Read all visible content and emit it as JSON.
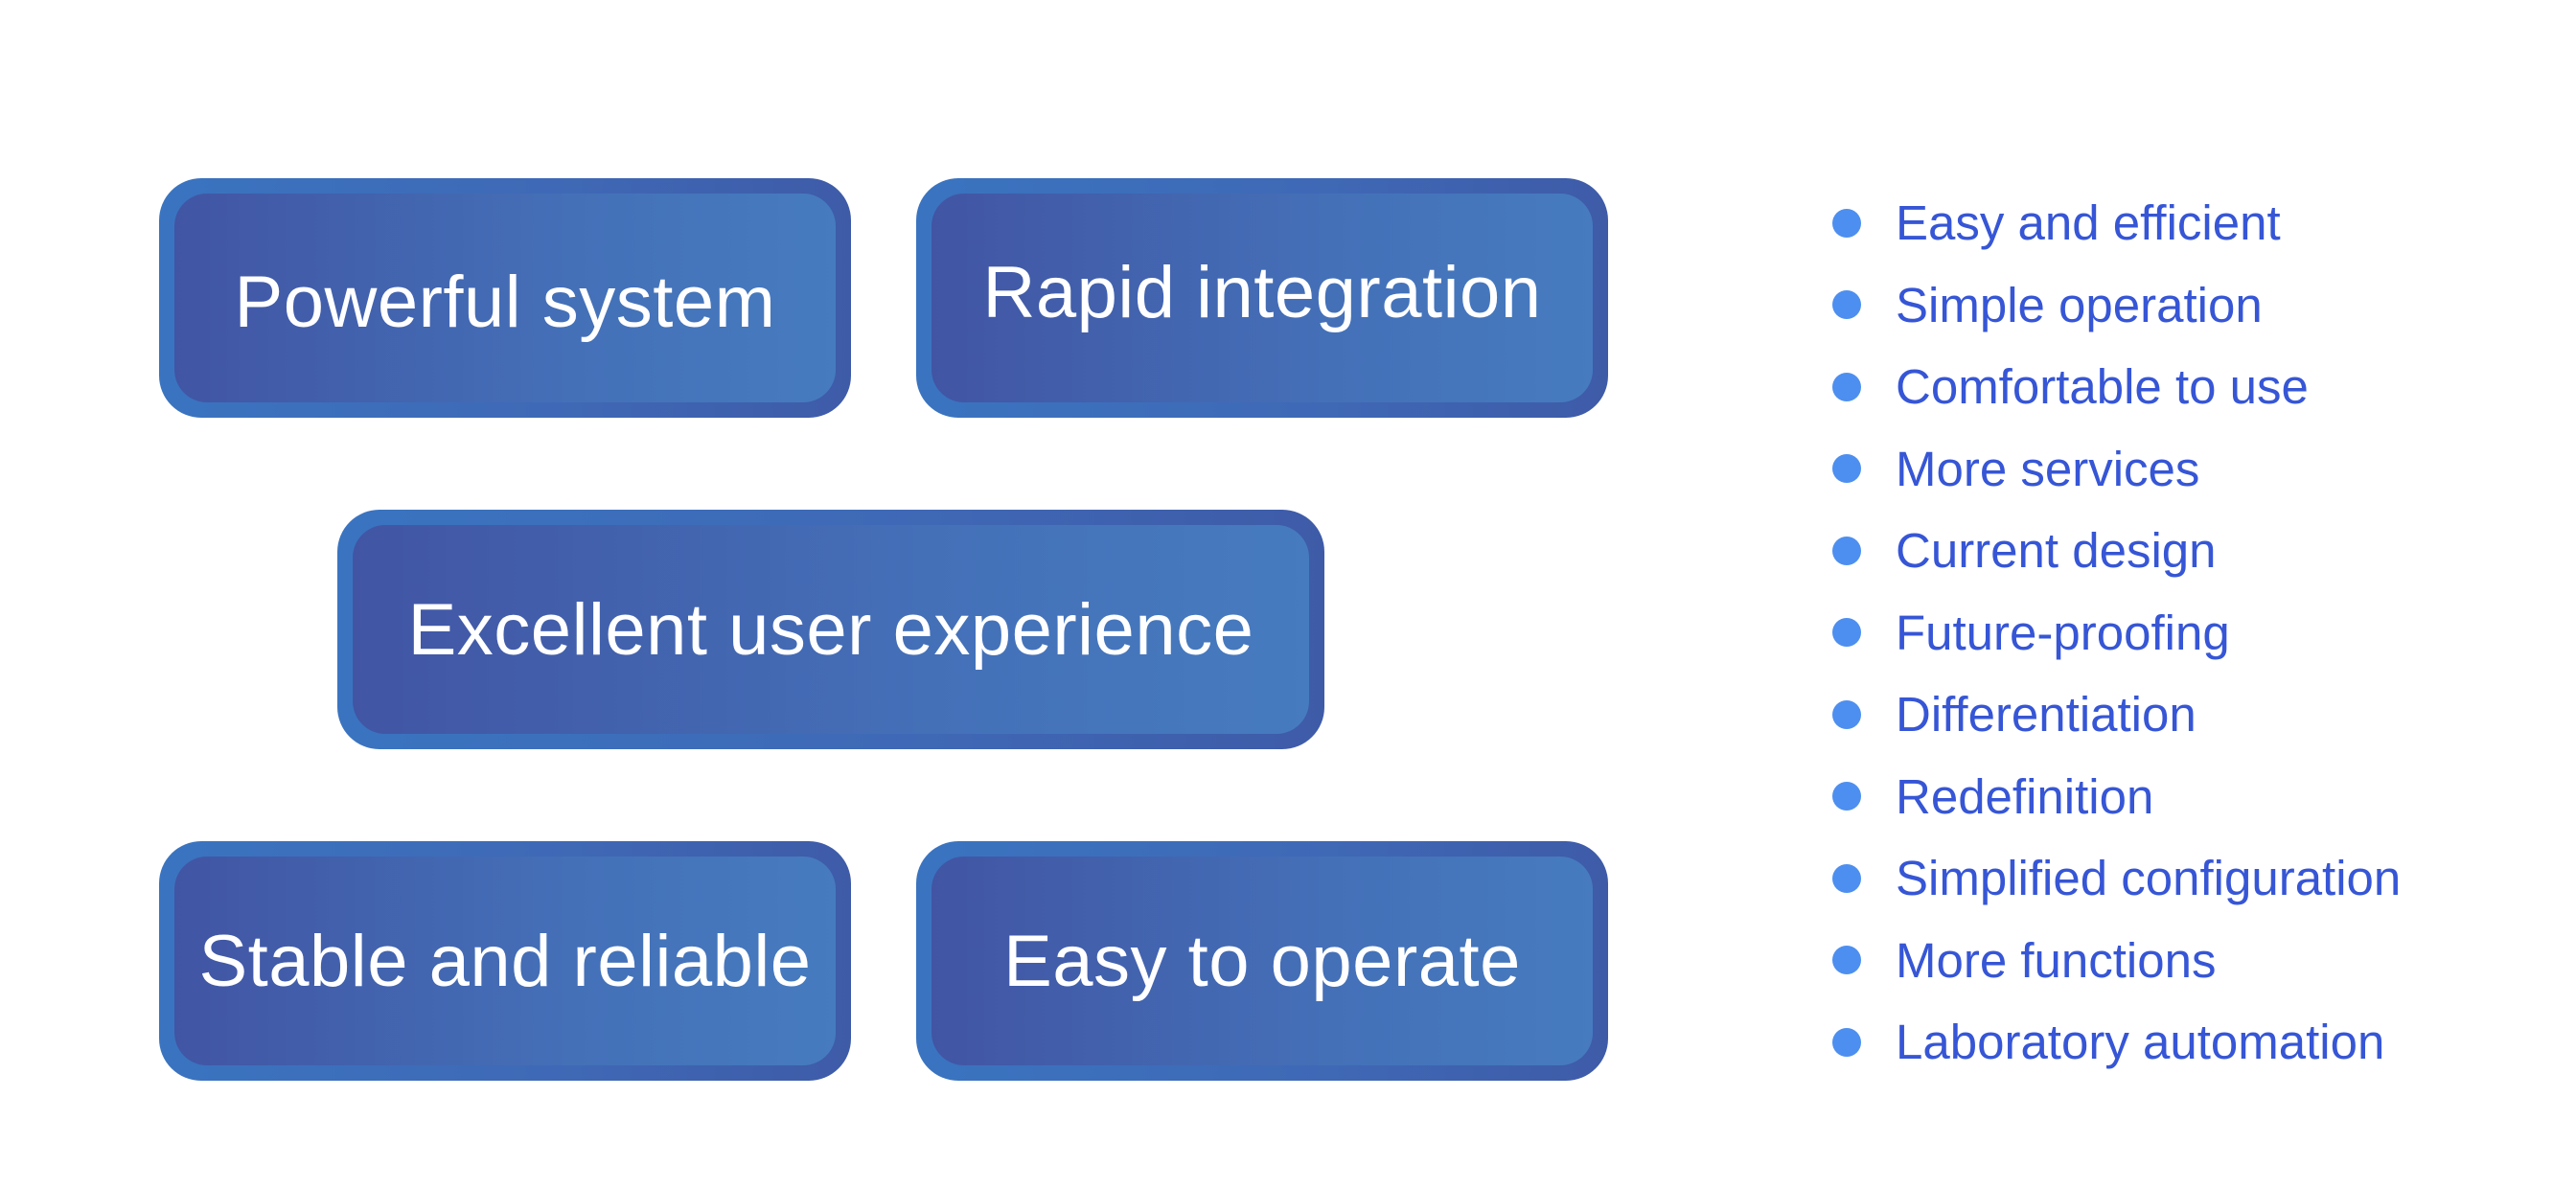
{
  "boxes": [
    {
      "label": "Powerful system"
    },
    {
      "label": "Rapid integration"
    },
    {
      "label": "Excellent user experience"
    },
    {
      "label": "Stable and reliable"
    },
    {
      "label": "Easy to operate"
    }
  ],
  "bullets": [
    "Easy and efficient",
    "Simple operation",
    "Comfortable to use",
    "More services",
    "Current design",
    "Future-proofing",
    "Differentiation",
    "Redefinition",
    "Simplified configuration",
    "More functions",
    "Laboratory automation"
  ],
  "colors": {
    "box_outer": "#3a74c0",
    "box_inner": "#4470b8",
    "box_text": "#ffffff",
    "bullet_dot": "#4d8ff0",
    "bullet_text": "#3656d6"
  }
}
